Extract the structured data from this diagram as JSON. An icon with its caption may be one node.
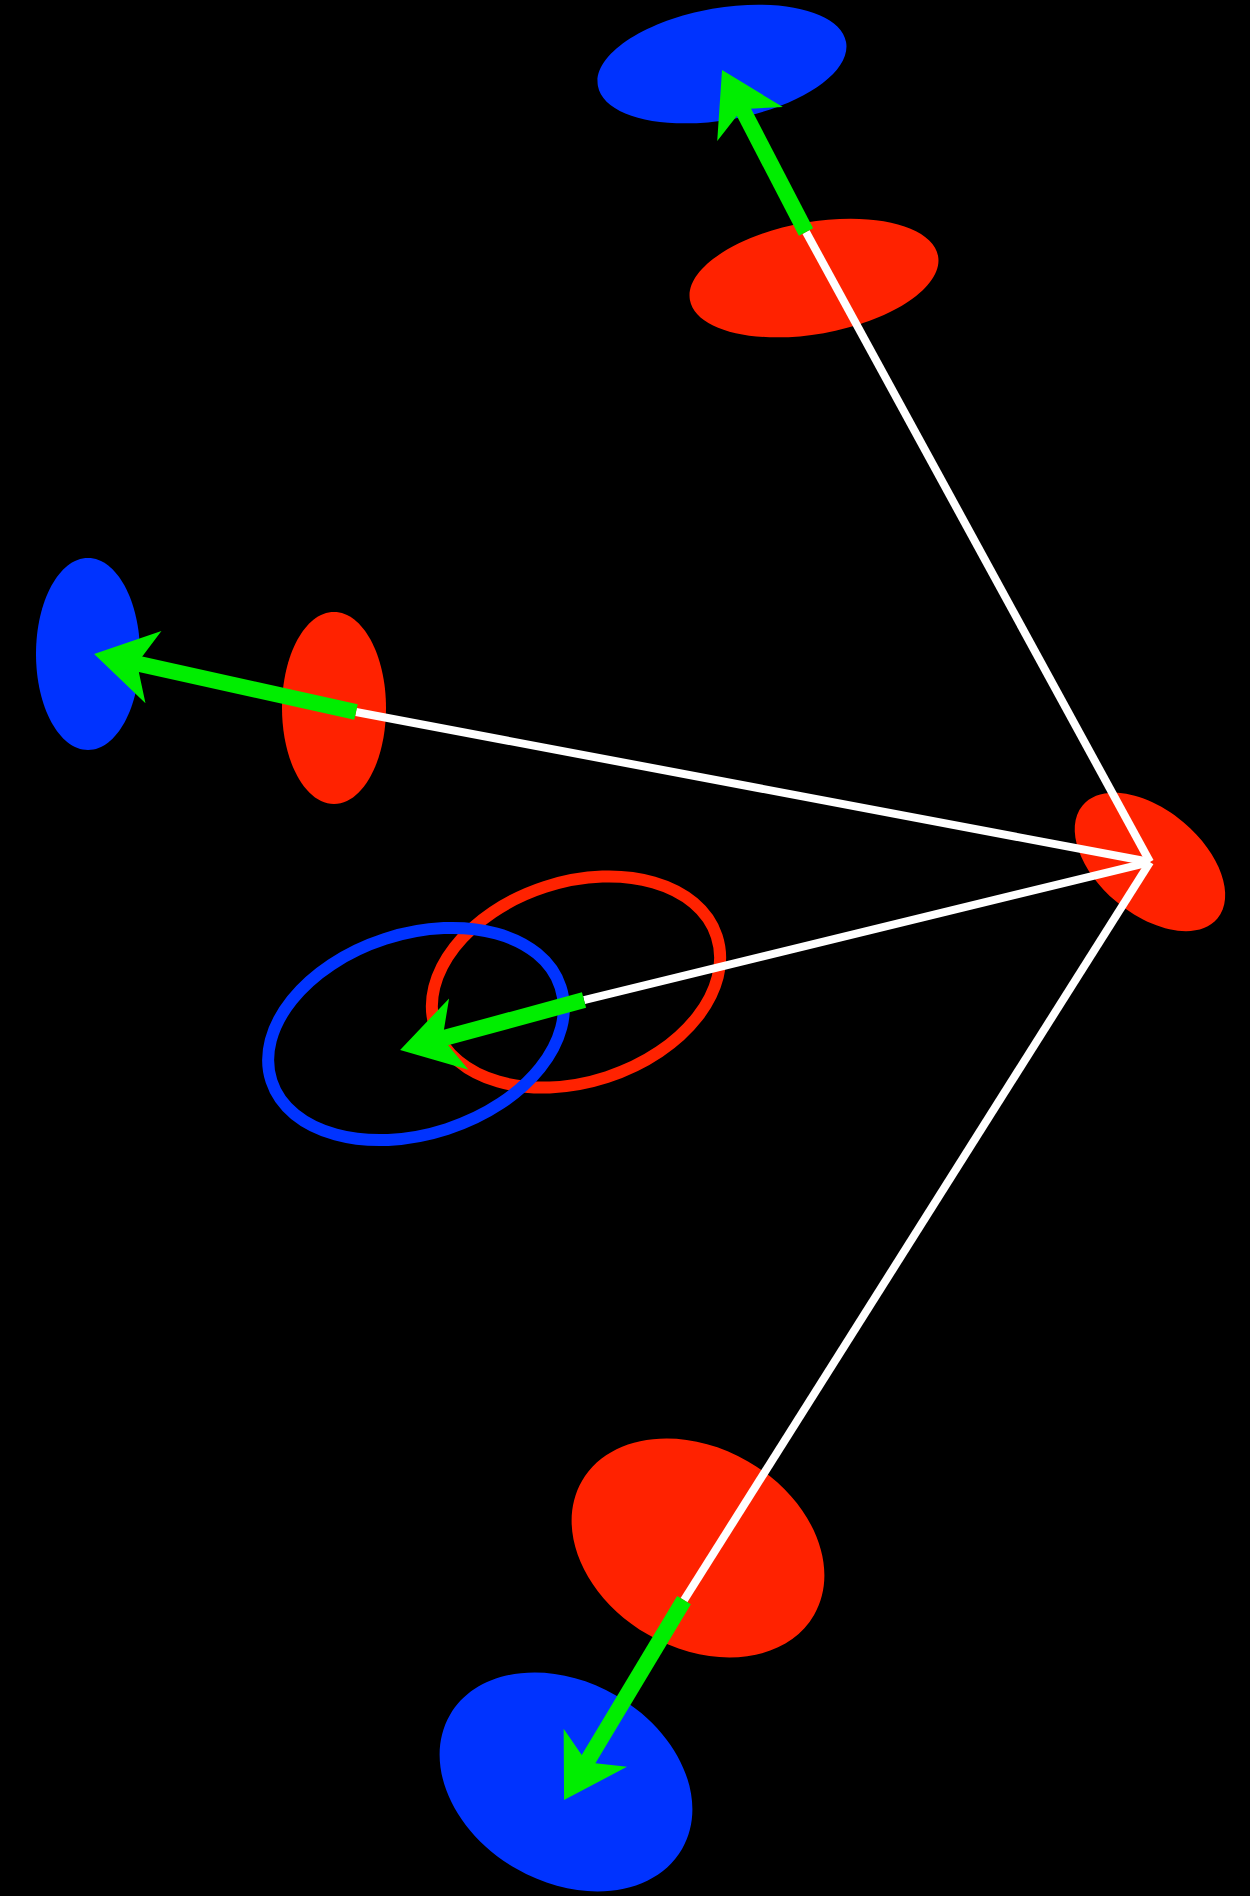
{
  "diagram": {
    "nodes": [
      {
        "text": [],
        "shape": "ellipse"
      },
      {
        "text": [],
        "shape": "ellipse"
      },
      {
        "text": [],
        "shape": "ellipse"
      },
      {
        "text": [],
        "shape": "ellipse"
      },
      {
        "text": [],
        "shape": "ellipse"
      },
      {
        "text": [],
        "shape": "ring"
      },
      {
        "text": [],
        "shape": "ring"
      },
      {
        "text": [],
        "shape": "ellipse"
      },
      {
        "text": [],
        "shape": "ellipse"
      }
    ],
    "edges": [
      {
        "from": 0,
        "to": 1,
        "arrow": "none",
        "color": "#ffffff"
      },
      {
        "from": 0,
        "to": 3,
        "arrow": "none",
        "color": "#ffffff"
      },
      {
        "from": 0,
        "to": 5,
        "arrow": "none",
        "color": "#ffffff"
      },
      {
        "from": 0,
        "to": 7,
        "arrow": "none",
        "color": "#ffffff"
      },
      {
        "from": 1,
        "to": 2,
        "arrow": "to",
        "style": "thick",
        "color": "#00ee00"
      },
      {
        "from": 3,
        "to": 4,
        "arrow": "to",
        "style": "thick",
        "color": "#00ee00"
      },
      {
        "from": 5,
        "to": 6,
        "arrow": "to",
        "style": "thick",
        "color": "#00ee00"
      },
      {
        "from": 7,
        "to": 8,
        "arrow": "to",
        "style": "thick",
        "color": "#00ee00"
      }
    ]
  }
}
